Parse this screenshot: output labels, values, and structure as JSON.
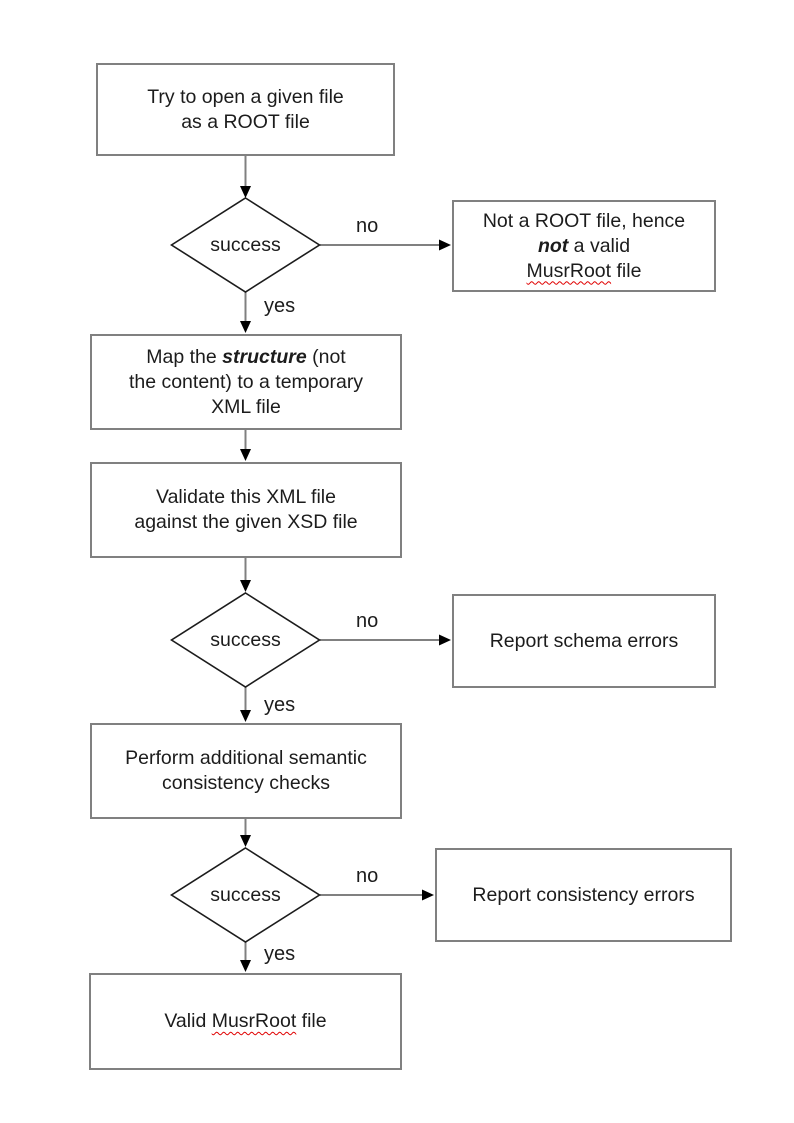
{
  "edge_labels": {
    "no": "no",
    "yes": "yes"
  },
  "nodes": {
    "open_file": {
      "lines": [
        "Try to open a given file",
        "as a ROOT file"
      ]
    },
    "decision_open": {
      "label": "success"
    },
    "not_root": {
      "line1": "Not a ROOT file, hence",
      "line2_em": "not",
      "line2_rest": " a valid",
      "line3_word": "MusrRoot",
      "line3_rest": " file"
    },
    "map_structure": {
      "line1_pre": "Map the ",
      "line1_em": "structure",
      "line1_post": " (not",
      "line2": "the content) to a temporary",
      "line3": "XML file"
    },
    "validate": {
      "lines": [
        "Validate this XML file",
        "against the given XSD file"
      ]
    },
    "decision_schema": {
      "label": "success"
    },
    "report_schema": {
      "label": "Report schema errors"
    },
    "semantic": {
      "lines": [
        "Perform additional semantic",
        "consistency checks"
      ]
    },
    "decision_consistency": {
      "label": "success"
    },
    "report_consistency": {
      "label": "Report consistency errors"
    },
    "valid_file": {
      "pre": "Valid ",
      "word": "MusrRoot",
      "post": " file"
    }
  },
  "colors": {
    "box_border": "#808080",
    "shape_stroke": "#1c1c1c",
    "text": "#1c1c1c",
    "connector": "#808080",
    "arrowhead": "#000000",
    "spellcheck": "#e00000"
  }
}
